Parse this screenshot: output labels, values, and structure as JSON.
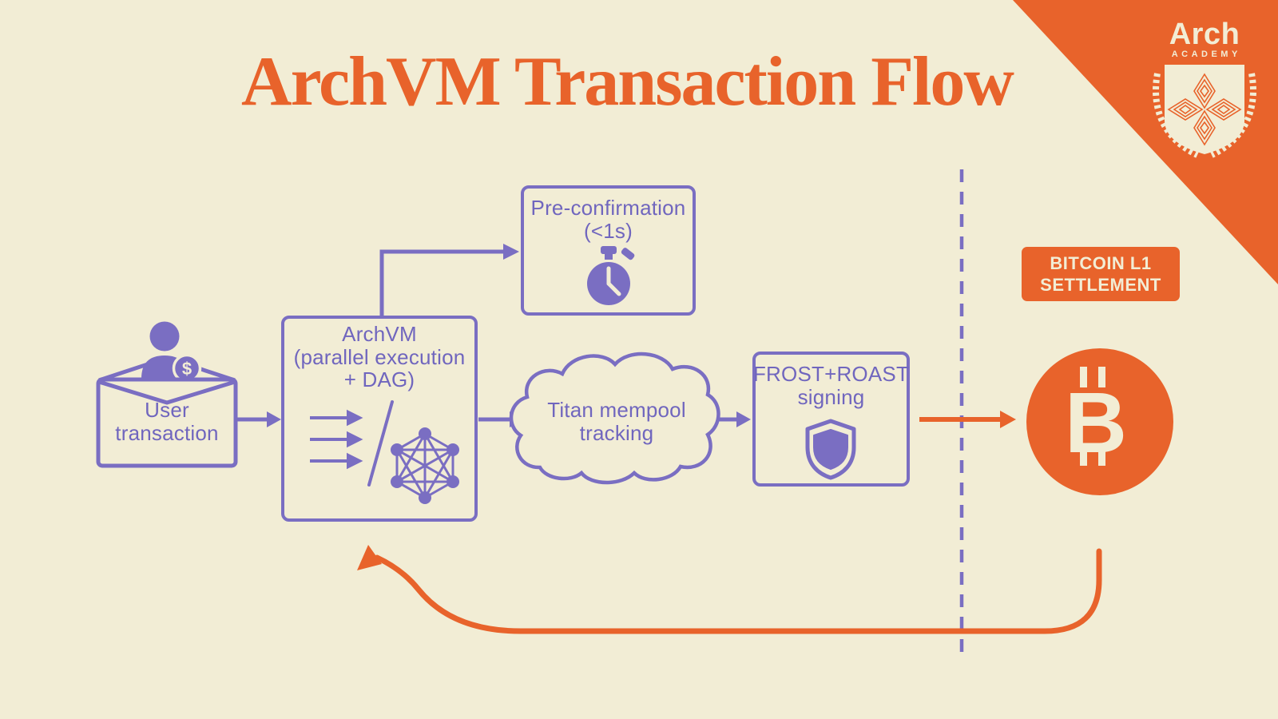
{
  "title": "ArchVM Transaction Flow",
  "logo": {
    "brand": "Arch",
    "sub": "ACADEMY"
  },
  "nodes": {
    "user": {
      "line1": "User",
      "line2": "transaction"
    },
    "archvm": {
      "line1": "ArchVM",
      "line2": "(parallel execution",
      "line3": "+ DAG)"
    },
    "preconf": {
      "line1": "Pre-confirmation",
      "line2": "(<1s)"
    },
    "mempool": {
      "line1": "Titan mempool",
      "line2": "tracking"
    },
    "signing": {
      "line1": "FROST+ROAST",
      "line2": "signing"
    },
    "settlement": {
      "line1": "BITCOIN L1",
      "line2": "SETTLEMENT"
    }
  },
  "symbols": {
    "bitcoin": "B",
    "dollar": "$"
  },
  "colors": {
    "background": "#F2EDD5",
    "purple": "#7A6EC2",
    "purple_text": "#7066BE",
    "orange": "#E8632B",
    "cream": "#F2EDD5"
  },
  "edges": [
    {
      "from": "user-transaction",
      "to": "archvm"
    },
    {
      "from": "archvm",
      "to": "pre-confirmation"
    },
    {
      "from": "archvm",
      "to": "titan-mempool-tracking"
    },
    {
      "from": "titan-mempool-tracking",
      "to": "frost-roast-signing"
    },
    {
      "from": "frost-roast-signing",
      "to": "bitcoin-l1-settlement"
    },
    {
      "from": "bitcoin-l1-settlement",
      "to": "archvm",
      "style": "return-loop"
    }
  ]
}
